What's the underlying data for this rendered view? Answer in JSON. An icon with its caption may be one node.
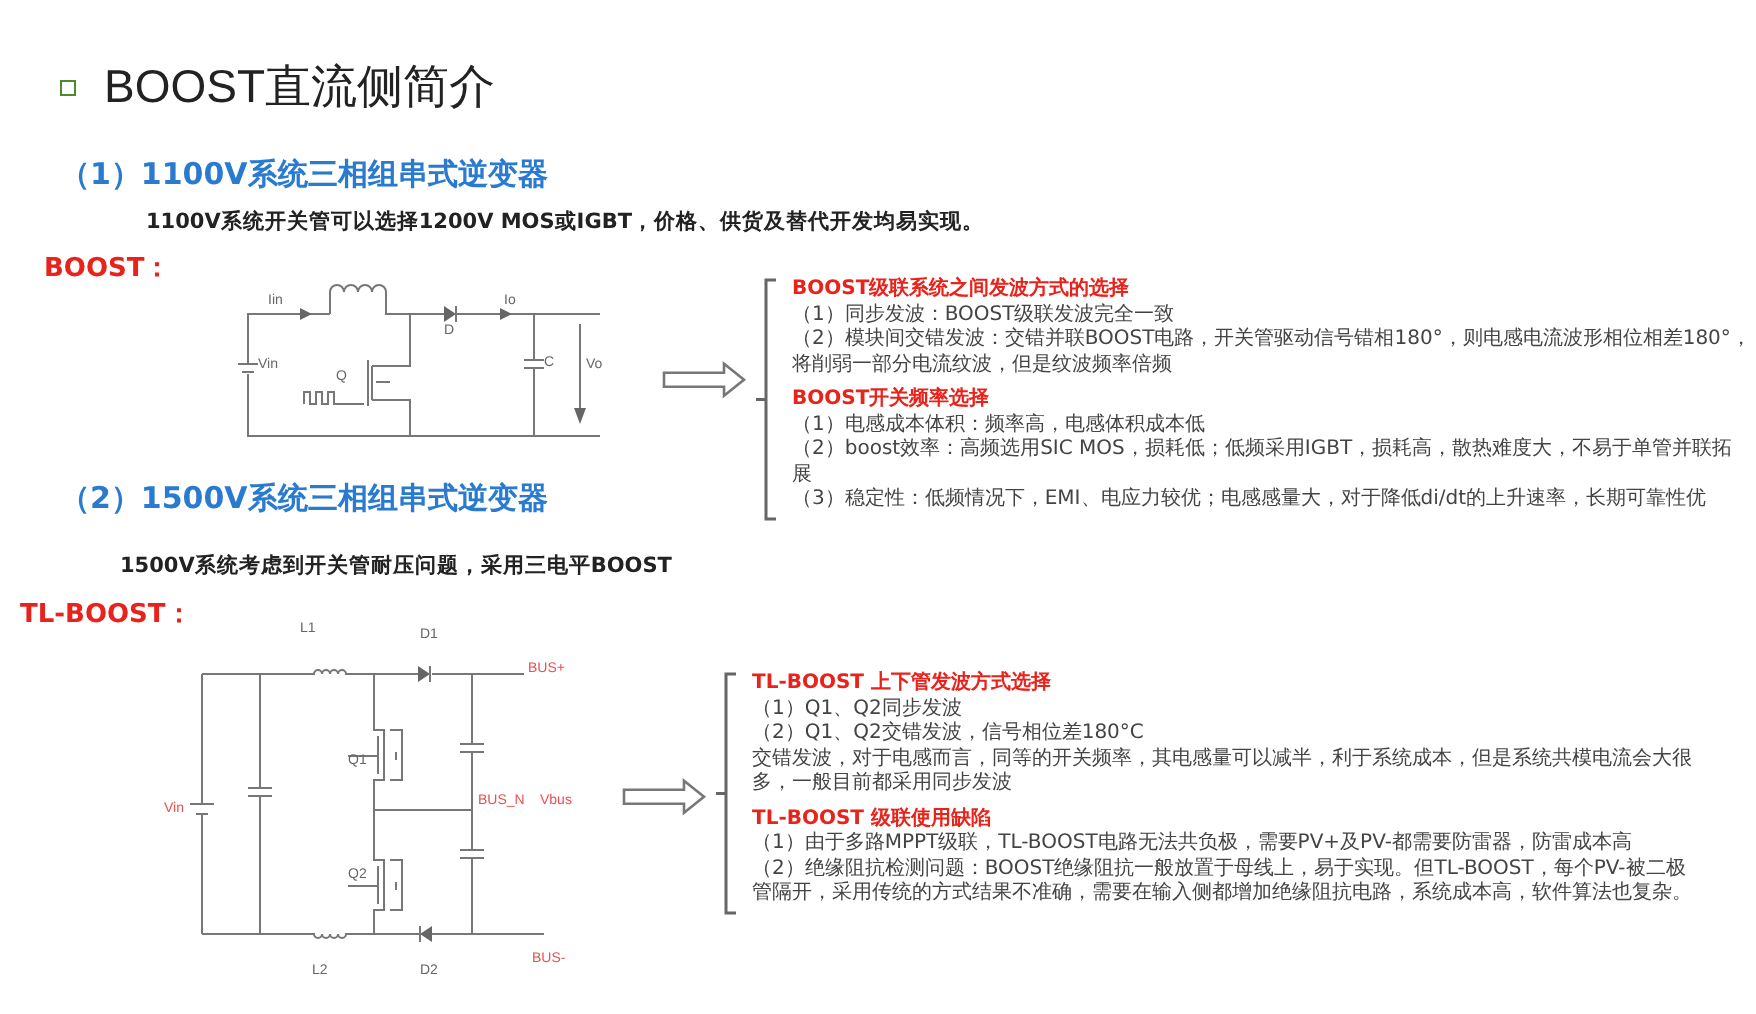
{
  "diagram": {
    "title": "BOOST直流侧简介",
    "nodes": [
      {
        "text": [],
        "shape": "picture"
      },
      {
        "text": [
          "BOOST级联系统之间发波方式的选择",
          "（1）同步发波：BOOST级联发波完全一致",
          "（2）模块间交错发波：交错并联BOOST电路，开关管驱动信号错相180°，则电感电流波形相位相差180°，将削弱一部分电流纹波，但是纹波频率倍频",
          "BOOST开关频率选择",
          "（1）电感成本体积：频率高，电感体积成本低",
          "（2）boost效率：高频选用SIC MOS，损耗低；低频采用IGBT，损耗高，散热难度大，不易于单管并联拓展",
          "（3）稳定性：低频情况下，EMI、电应力较优；电感感量大，对于降低di/dt的上升速率，长期可靠性优"
        ]
      },
      {
        "text": [],
        "shape": "picture"
      },
      {
        "text": [
          "TL-BOOST 上下管发波方式选择",
          "（1）Q1、Q2同步发波",
          "（2）Q1、Q2交错发波，信号相位差180°C",
          "交错发波，对于电感而言，同等的开关频率，其电感量可以减半，利于系统成本，但是系统共模电流会大很多，一般目前都采用同步发波",
          "TL-BOOST 级联使用缺陷",
          "（1）由于多路MPPT级联，TL-BOOST电路无法共负极，需要PV+及PV-都需要防雷器，防雷成本高",
          "（2）绝缘阻抗检测问题：BOOST绝缘阻抗一般放置于母线上，易于实现。但TL-BOOST，每个PV-被二极管隔开，采用传统的方式结果不准确，需要在输入侧都增加绝缘阻抗电路，系统成本高，软件算法也复杂。"
        ]
      }
    ],
    "edges": [
      {
        "from": 0,
        "to": 1,
        "arrow": "to"
      },
      {
        "from": 2,
        "to": 3,
        "arrow": "to"
      }
    ],
    "labels": [
      "（1）1100V系统三相组串式逆变器",
      "1100V系统开关管可以选择1200V MOS或IGBT，价格、供货及替代开发均易实现。",
      "BOOST：",
      "Iin",
      "Vin",
      "Q",
      "D",
      "Io",
      "C",
      "Vo",
      "（2）1500V系统三相组串式逆变器",
      "1500V系统考虑到开关管耐压问题，采用三电平BOOST",
      "TL-BOOST：",
      "L1",
      "D1",
      "BUS+",
      "Q1",
      "Vin",
      "BUS_N",
      "Vbus",
      "Q2",
      "L2",
      "D2",
      "BUS-"
    ]
  }
}
